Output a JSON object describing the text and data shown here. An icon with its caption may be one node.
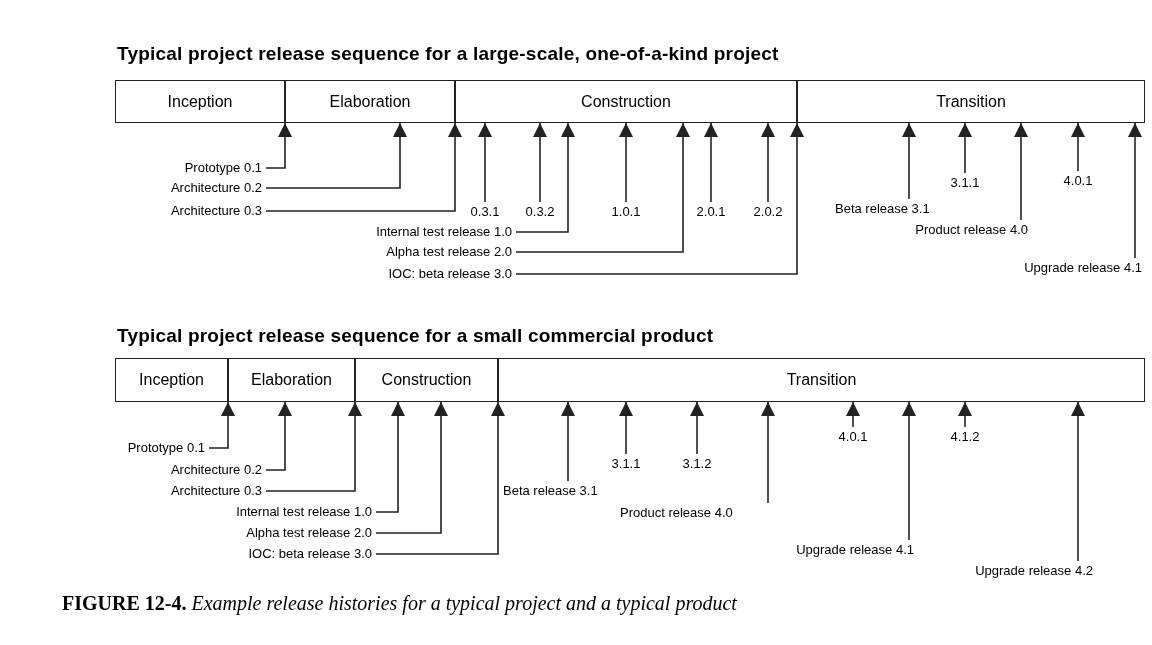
{
  "diagram": {
    "caption": "**FIGURE 12-4.** *Example release histories for a typical project and a typical product*",
    "nodes": [
      {
        "text": [
          "Inception"
        ]
      },
      {
        "text": [
          "Elaboration"
        ]
      },
      {
        "text": [
          "Construction"
        ]
      },
      {
        "text": [
          "Transition"
        ]
      },
      {
        "text": [
          "Prototype 0.1"
        ]
      },
      {
        "text": [
          "Architecture 0.2"
        ]
      },
      {
        "text": [
          "Architecture 0.3"
        ]
      },
      {
        "text": [
          "0.3.1"
        ]
      },
      {
        "text": [
          "0.3.2"
        ]
      },
      {
        "text": [
          "Internal test release 1.0"
        ]
      },
      {
        "text": [
          "1.0.1"
        ]
      },
      {
        "text": [
          "Alpha test release 2.0"
        ]
      },
      {
        "text": [
          "2.0.1"
        ]
      },
      {
        "text": [
          "2.0.2"
        ]
      },
      {
        "text": [
          "IOC: beta release 3.0"
        ]
      },
      {
        "text": [
          "Beta release 3.1"
        ]
      },
      {
        "text": [
          "3.1.1"
        ]
      },
      {
        "text": [
          "Product release 4.0"
        ]
      },
      {
        "text": [
          "4.0.1"
        ]
      },
      {
        "text": [
          "Upgrade release 4.1"
        ]
      },
      {
        "text": [
          "Inception"
        ]
      },
      {
        "text": [
          "Elaboration"
        ]
      },
      {
        "text": [
          "Construction"
        ]
      },
      {
        "text": [
          "Transition"
        ]
      },
      {
        "text": [
          "Prototype 0.1"
        ]
      },
      {
        "text": [
          "Architecture 0.2"
        ]
      },
      {
        "text": [
          "Architecture 0.3"
        ]
      },
      {
        "text": [
          "Internal test release 1.0"
        ]
      },
      {
        "text": [
          "Alpha test release 2.0"
        ]
      },
      {
        "text": [
          "IOC: beta release 3.0"
        ]
      },
      {
        "text": [
          "Beta release 3.1"
        ]
      },
      {
        "text": [
          "3.1.1"
        ]
      },
      {
        "text": [
          "3.1.2"
        ]
      },
      {
        "text": [
          "Product release 4.0"
        ]
      },
      {
        "text": [
          "4.0.1"
        ]
      },
      {
        "text": [
          "Upgrade release 4.1"
        ]
      },
      {
        "text": [
          "4.1.2"
        ]
      },
      {
        "text": [
          "Upgrade release 4.2"
        ]
      }
    ],
    "edges": [
      {
        "from": 4,
        "to": 0,
        "arrow": "to"
      },
      {
        "from": 5,
        "to": 1,
        "arrow": "to"
      },
      {
        "from": 6,
        "to": 1,
        "arrow": "to"
      },
      {
        "from": 7,
        "to": 2,
        "arrow": "to"
      },
      {
        "from": 8,
        "to": 2,
        "arrow": "to"
      },
      {
        "from": 9,
        "to": 2,
        "arrow": "to"
      },
      {
        "from": 10,
        "to": 2,
        "arrow": "to"
      },
      {
        "from": 11,
        "to": 2,
        "arrow": "to"
      },
      {
        "from": 12,
        "to": 2,
        "arrow": "to"
      },
      {
        "from": 13,
        "to": 2,
        "arrow": "to"
      },
      {
        "from": 14,
        "to": 2,
        "arrow": "to"
      },
      {
        "from": 15,
        "to": 3,
        "arrow": "to"
      },
      {
        "from": 16,
        "to": 3,
        "arrow": "to"
      },
      {
        "from": 17,
        "to": 3,
        "arrow": "to"
      },
      {
        "from": 18,
        "to": 3,
        "arrow": "to"
      },
      {
        "from": 19,
        "to": 3,
        "arrow": "to"
      },
      {
        "from": 24,
        "to": 20,
        "arrow": "to"
      },
      {
        "from": 25,
        "to": 21,
        "arrow": "to"
      },
      {
        "from": 26,
        "to": 21,
        "arrow": "to"
      },
      {
        "from": 27,
        "to": 22,
        "arrow": "to"
      },
      {
        "from": 28,
        "to": 22,
        "arrow": "to"
      },
      {
        "from": 29,
        "to": 22,
        "arrow": "to"
      },
      {
        "from": 30,
        "to": 23,
        "arrow": "to"
      },
      {
        "from": 31,
        "to": 23,
        "arrow": "to"
      },
      {
        "from": 32,
        "to": 23,
        "arrow": "to"
      },
      {
        "from": 33,
        "to": 23,
        "arrow": "to"
      },
      {
        "from": 34,
        "to": 23,
        "arrow": "to"
      },
      {
        "from": 35,
        "to": 23,
        "arrow": "to"
      },
      {
        "from": 36,
        "to": 23,
        "arrow": "to"
      },
      {
        "from": 37,
        "to": 23,
        "arrow": "to"
      }
    ],
    "labels": [
      "Typical project release sequence for a large-scale, one-of-a-kind project",
      "Typical project release sequence for a small commercial product"
    ]
  }
}
